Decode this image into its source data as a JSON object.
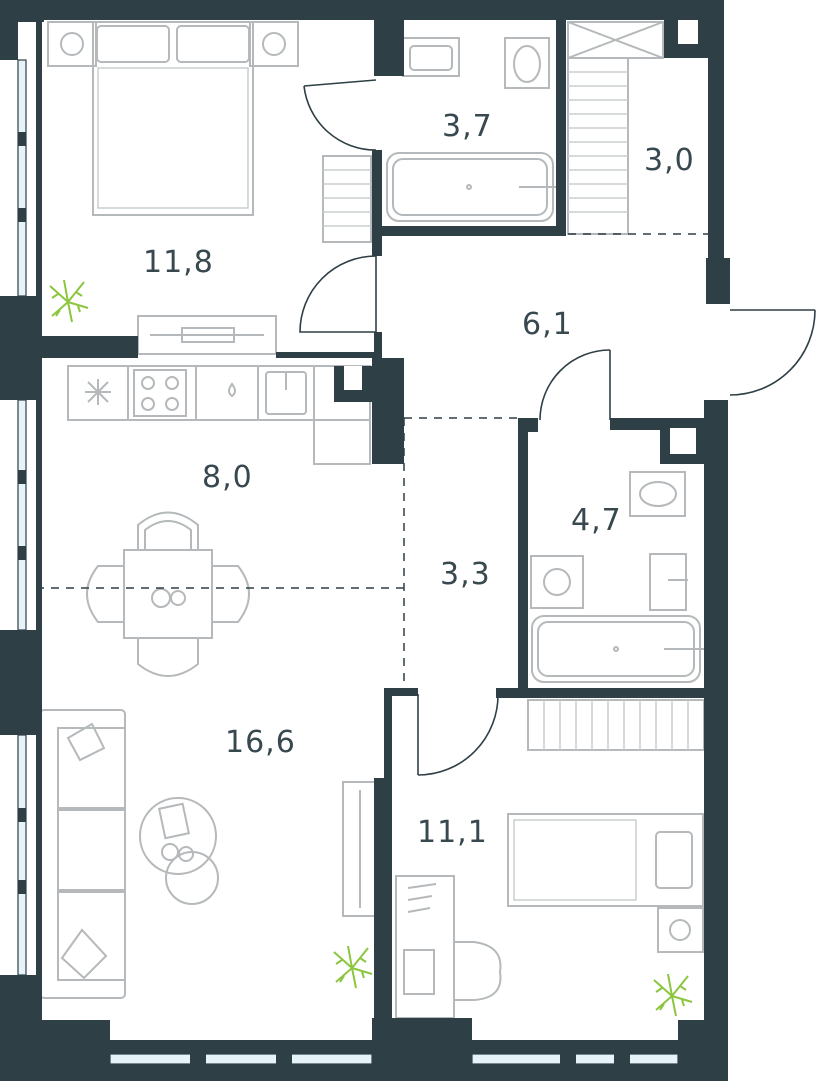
{
  "rooms": [
    {
      "id": "bedroom-main",
      "area": "11,8"
    },
    {
      "id": "bathroom-1",
      "area": "3,7"
    },
    {
      "id": "wardrobe",
      "area": "3,0"
    },
    {
      "id": "hallway",
      "area": "6,1"
    },
    {
      "id": "kitchen",
      "area": "8,0"
    },
    {
      "id": "corridor",
      "area": "3,3"
    },
    {
      "id": "bathroom-2",
      "area": "4,7"
    },
    {
      "id": "living-room",
      "area": "16,6"
    },
    {
      "id": "bedroom-second",
      "area": "11,1"
    }
  ],
  "colors": {
    "wall": "#2f3f46",
    "furniture": "#b5b9bb",
    "plant": "#8cc63f",
    "window": "#e6f3f8",
    "text": "#37484f"
  },
  "icons": [
    "bed-icon",
    "nightstand-icon",
    "bathtub-icon",
    "toilet-icon",
    "sink-icon",
    "stove-icon",
    "dining-table-icon",
    "sofa-icon",
    "coffee-table-icon",
    "desk-icon",
    "chair-icon",
    "washing-machine-icon",
    "plant-icon",
    "wardrobe-shelf-icon",
    "tv-stand-icon"
  ]
}
